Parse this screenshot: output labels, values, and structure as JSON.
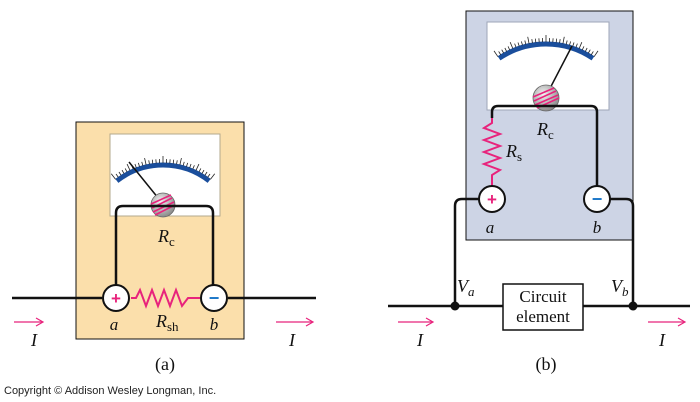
{
  "panel_a": {
    "caption": "(a)",
    "coil_resistor": {
      "letter": "R",
      "subscript": "c"
    },
    "shunt_resistor": {
      "letter": "R",
      "subscript": "sh"
    },
    "terminal_plus": "+",
    "terminal_minus": "−",
    "node_a": "a",
    "node_b": "b",
    "current_left": "I",
    "current_right": "I"
  },
  "panel_b": {
    "caption": "(b)",
    "coil_resistor": {
      "letter": "R",
      "subscript": "c"
    },
    "series_resistor": {
      "letter": "R",
      "subscript": "s"
    },
    "terminal_plus": "+",
    "terminal_minus": "−",
    "node_a": "a",
    "node_b": "b",
    "voltage_a": {
      "letter": "V",
      "subscript": "a"
    },
    "voltage_b": {
      "letter": "V",
      "subscript": "b"
    },
    "element_line1": "Circuit",
    "element_line2": "element",
    "current_left": "I",
    "current_right": "I"
  },
  "copyright": "Copyright © Addison Wesley Longman, Inc.",
  "colors": {
    "ammeter_case": "#fbdfab",
    "voltmeter_case": "#cdd4e5",
    "scale_arc": "#1a4e9c",
    "resistor": "#e8237c",
    "terminal_plus": "#e8237c",
    "terminal_minus": "#1e78c8"
  }
}
